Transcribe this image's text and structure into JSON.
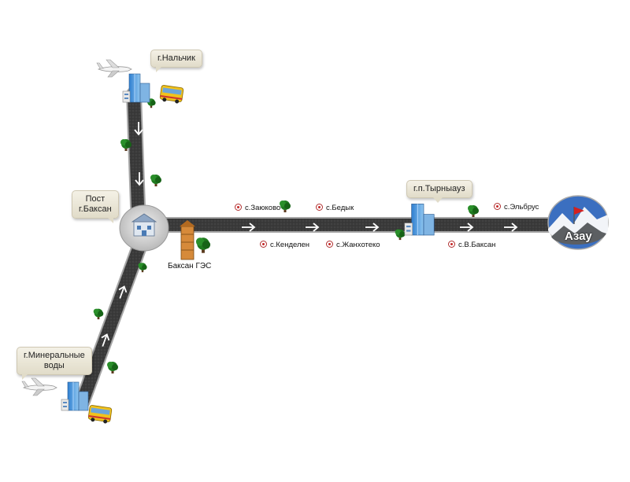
{
  "callouts": {
    "nalchik": "г.Нальчик",
    "post_line1": "Пост",
    "post_line2": "г.Баксан",
    "tyrnyauz": "г.п.Тырныауз",
    "minvody_line1": "г.Минеральные",
    "minvody_line2": "воды"
  },
  "villages": {
    "zayukovo": "с.Заюково",
    "bedyk": "с.Бедык",
    "elbrus": "с.Эльбрус",
    "kendelen": "с.Кенделен",
    "zhankhoteko": "с.Жанхотеко",
    "v_baksan": "с.В.Баксан"
  },
  "landmarks": {
    "baksan_hes": "Баксан ГЭС",
    "azau": "Азау"
  },
  "colors": {
    "road": "#3a3a3a",
    "road_edge": "#9a9a9a",
    "arrow": "#ffffff",
    "tree": "#1f7a1f",
    "flag": "#d32020",
    "sky": "#3b6fc0"
  },
  "icons": [
    "airplane-icon",
    "city-building-icon",
    "bus-icon",
    "tree-icon",
    "hub-building-icon",
    "hes-tower-icon",
    "village-marker-icon",
    "mountain-destination-icon",
    "direction-arrow-icon"
  ]
}
